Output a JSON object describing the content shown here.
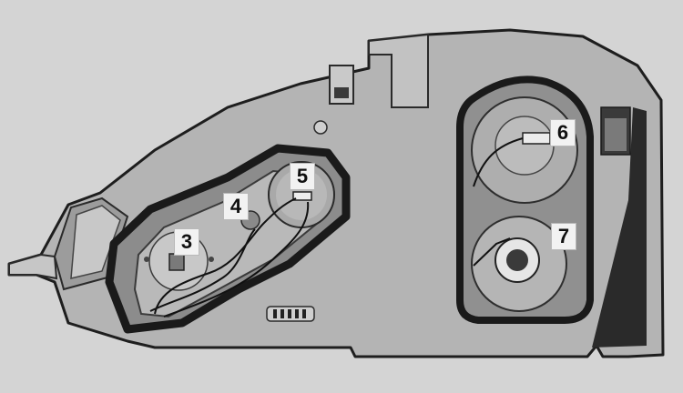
{
  "figure": {
    "subject": "headlamp-unit-rear-view",
    "colors": {
      "background": "#d4d4d4",
      "housing": "#b4b4b4",
      "dark": "#2a2a2a",
      "reflector": "#a9a9a9",
      "light": "#e2e2e2",
      "label_bg": "#f2f2f2"
    },
    "callouts": [
      {
        "id": "3",
        "text": "3"
      },
      {
        "id": "4",
        "text": "4"
      },
      {
        "id": "5",
        "text": "5"
      },
      {
        "id": "6",
        "text": "6"
      },
      {
        "id": "7",
        "text": "7"
      }
    ]
  }
}
